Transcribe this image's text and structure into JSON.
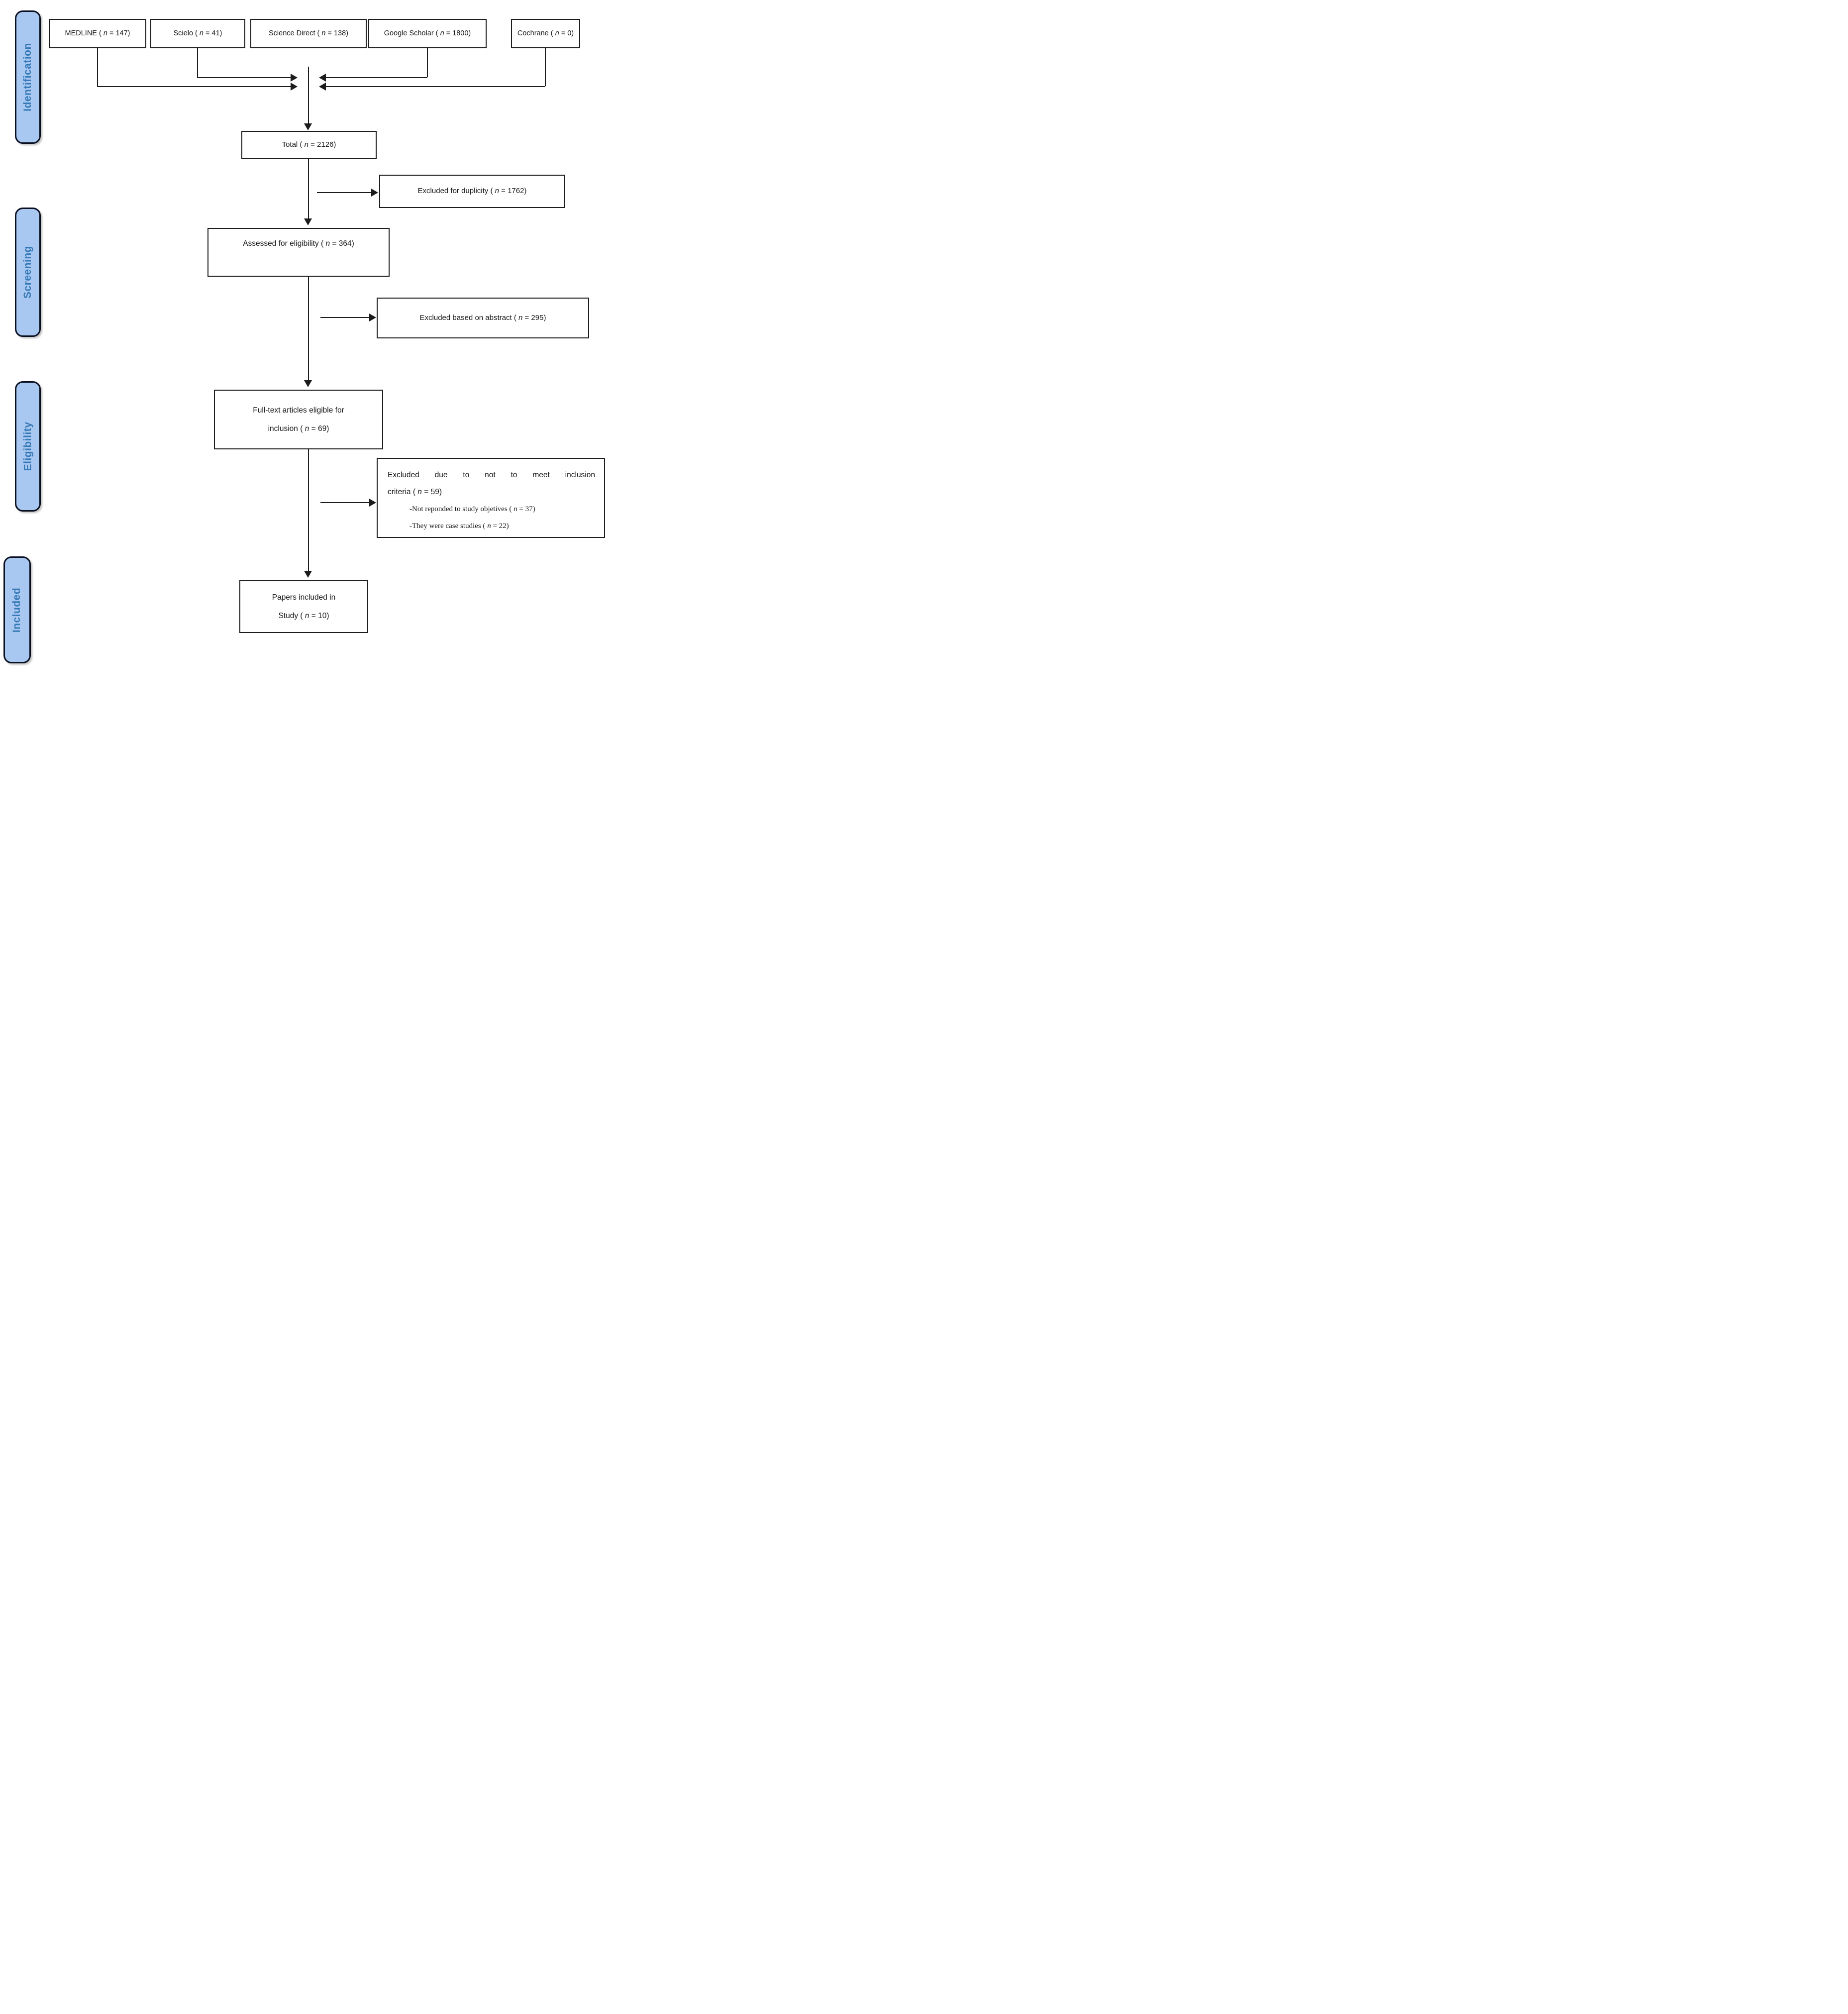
{
  "stages": [
    {
      "label": "Identification"
    },
    {
      "label": "Screening"
    },
    {
      "label": "Eligibility"
    },
    {
      "label": "Included"
    }
  ],
  "sources": [
    {
      "pre": "MEDLINE ( ",
      "n": "n",
      "post": " = 147)"
    },
    {
      "pre": "Scielo ( ",
      "n": "n",
      "post": " = 41)"
    },
    {
      "pre": "Science Direct ( ",
      "n": "n",
      "post": " = 138)"
    },
    {
      "pre": "Google Scholar ( ",
      "n": "n",
      "post": " = 1800)"
    },
    {
      "pre": "Cochrane ( ",
      "n": "n",
      "post": " = 0)"
    }
  ],
  "flow": {
    "total": {
      "pre": "Total ( ",
      "n": "n",
      "post": " = 2126)"
    },
    "excluded_duplicity": {
      "pre": "Excluded for duplicity ( ",
      "n": "n",
      "post": " = 1762)"
    },
    "assessed": {
      "pre": "Assessed for eligibility ( ",
      "n": "n",
      "post": " = 364)"
    },
    "excluded_abstract": {
      "pre": "Excluded based on abstract ( ",
      "n": "n",
      "post": " = 295)"
    },
    "fulltext": {
      "line1": "Full-text articles eligible for",
      "pre": "inclusion ( ",
      "n": "n",
      "post": " = 69)"
    },
    "excluded_criteria": {
      "line1": "Excluded due to not to meet inclusion",
      "pre": "criteria ( ",
      "n": "n",
      "post": " = 59)",
      "bullets": [
        {
          "pre": "-Not reponded to study objetives ( ",
          "n": "n",
          "post": " = 37)"
        },
        {
          "pre": "-They were case studies ( ",
          "n": "n",
          "post": " = 22)"
        }
      ]
    },
    "papers": {
      "line1": "Papers included in",
      "pre": "Study ( ",
      "n": "n",
      "post": " = 10)"
    }
  },
  "colors": {
    "stage_fill": "#a9c8f1",
    "stage_text": "#3579b6",
    "stage_border": "#0b1020",
    "box_border": "#1c1c1c",
    "arrow": "#1c1c1c"
  }
}
